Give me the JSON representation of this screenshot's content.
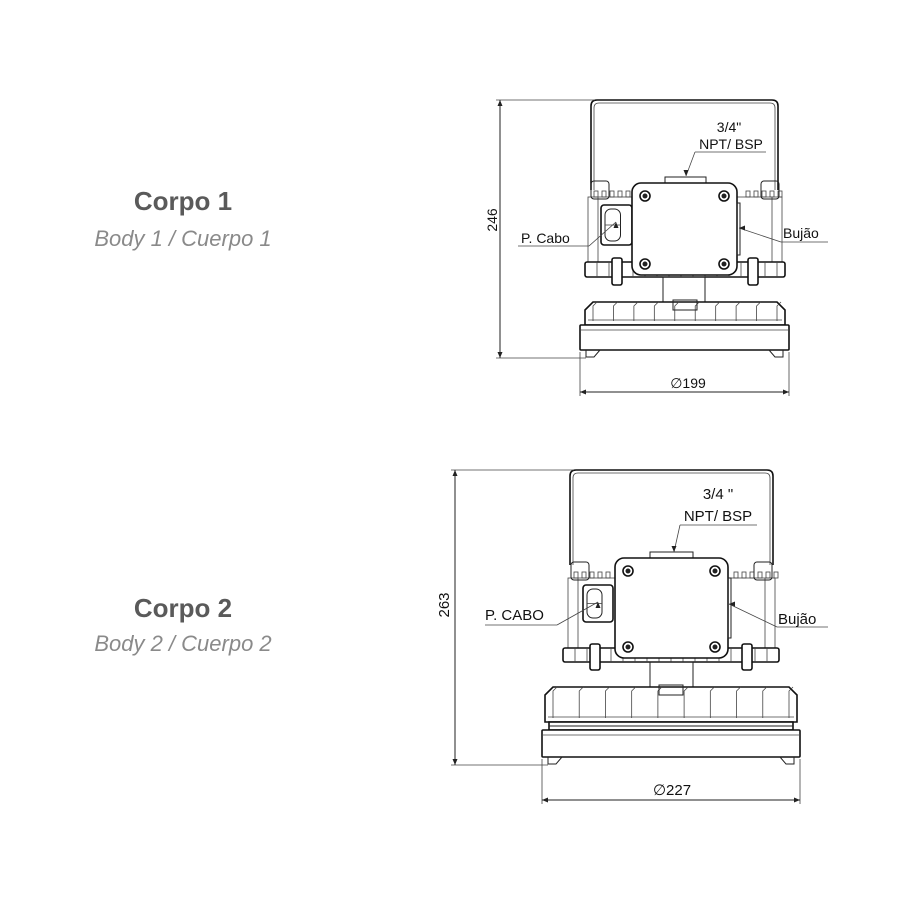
{
  "bodies": [
    {
      "title": "Corpo 1",
      "subtitle": "Body 1 / Cuerpo 1",
      "height_dim": "246",
      "diameter_dim": "∅199",
      "thread_label_1": "3/4\"",
      "thread_label_2": "NPT/ BSP",
      "cable_label": "P. Cabo",
      "plug_label": "Bujão"
    },
    {
      "title": "Corpo 2",
      "subtitle": "Body 2 / Cuerpo 2",
      "height_dim": "263",
      "diameter_dim": "∅227",
      "thread_label_1": "3/4 \"",
      "thread_label_2": "NPT/ BSP",
      "cable_label": "P. CABO",
      "plug_label": "Bujão"
    }
  ]
}
